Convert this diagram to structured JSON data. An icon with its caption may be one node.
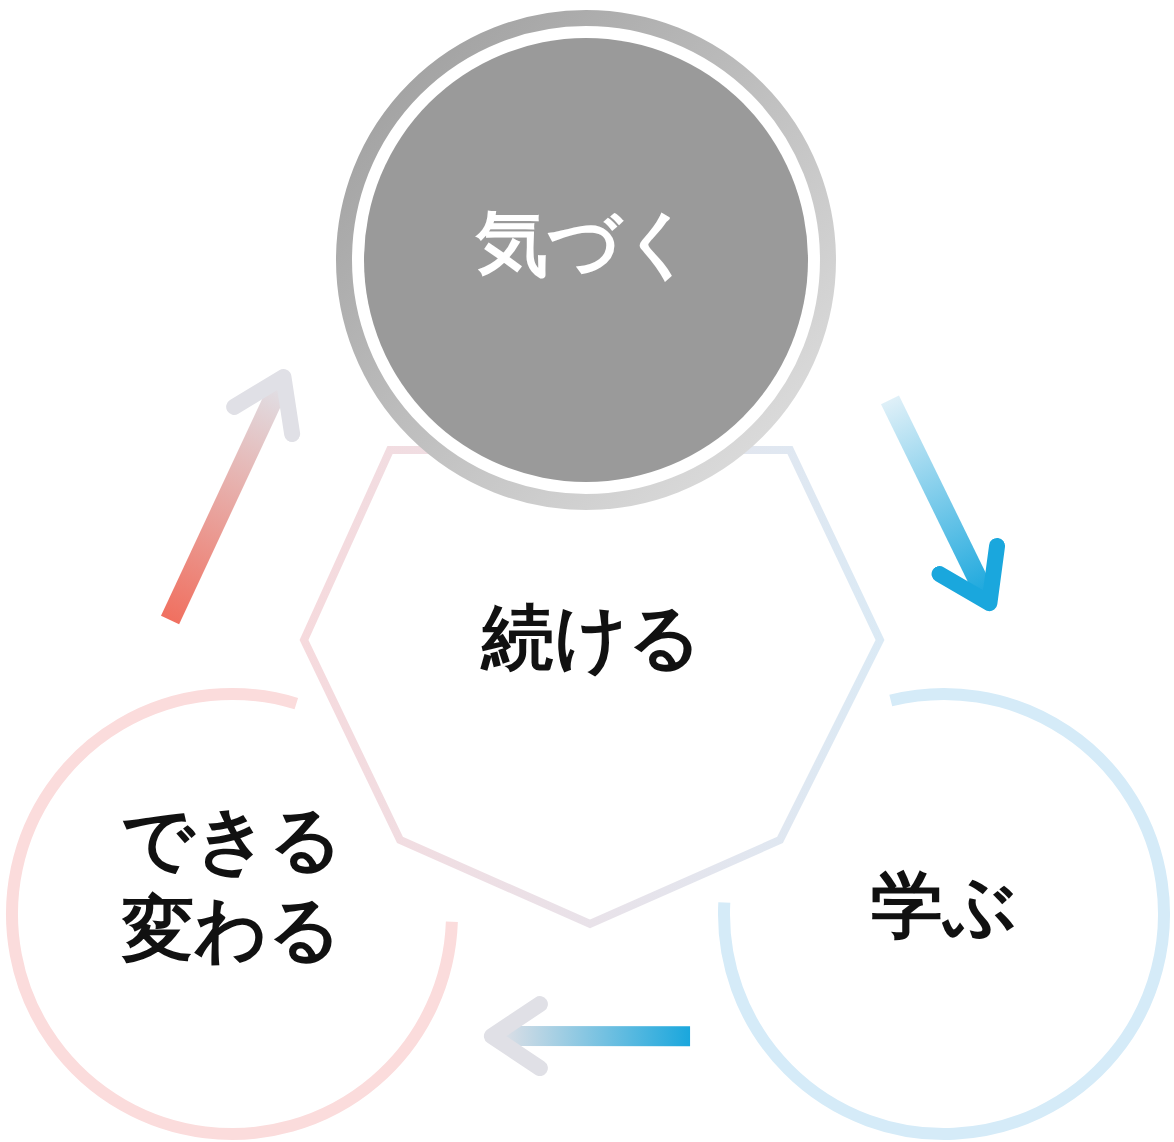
{
  "diagram": {
    "nodes": [
      {
        "text": [
          "気づく"
        ]
      },
      {
        "text": [
          "続ける"
        ]
      },
      {
        "text": [
          "できる変わる"
        ]
      },
      {
        "text": [
          "学ぶ"
        ]
      }
    ],
    "edges": [
      {
        "from": 0,
        "to": 3,
        "arrow": "to",
        "color": "#1aa7dd"
      },
      {
        "from": 3,
        "to": 2,
        "arrow": "to",
        "color": "#1aa7dd"
      },
      {
        "from": 2,
        "to": 0,
        "arrow": "to",
        "color": "#f07060"
      }
    ]
  }
}
